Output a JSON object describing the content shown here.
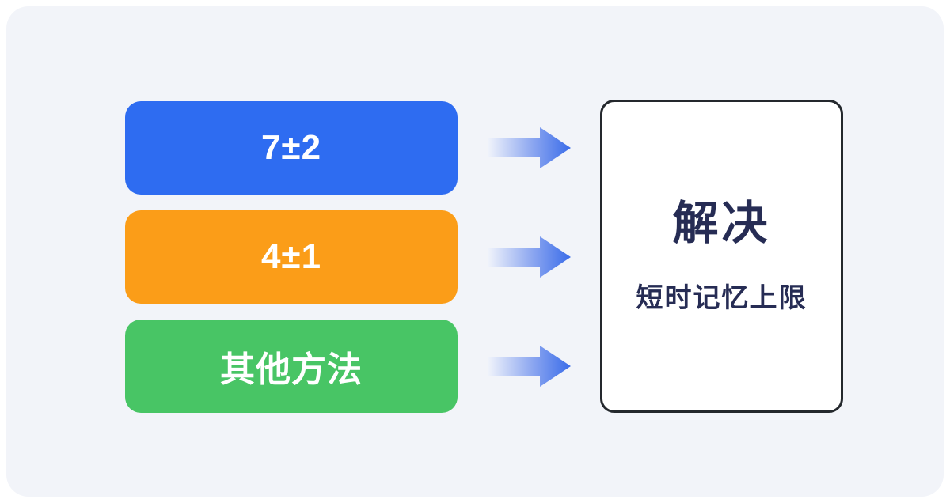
{
  "canvas": {
    "outer_bg": "#ffffff",
    "panel_bg": "#f2f4f9"
  },
  "boxes": [
    {
      "label": "7±2",
      "color": "#2e6cf1",
      "text_color": "#ffffff"
    },
    {
      "label": "4±1",
      "color": "#fb9d18",
      "text_color": "#ffffff"
    },
    {
      "label": "其他方法",
      "color": "#48c565",
      "text_color": "#ffffff"
    }
  ],
  "arrow": {
    "icon": "arrow-right-icon",
    "direction": "right",
    "count": 3,
    "gradient_start": "#f1f4fb",
    "gradient_mid": "#8aa5f0",
    "gradient_end": "#3a6ce9"
  },
  "card": {
    "title": "解决",
    "subtitle": "短时记忆上限",
    "bg": "#ffffff",
    "border_color": "#24282d",
    "text_color": "#262c54"
  }
}
